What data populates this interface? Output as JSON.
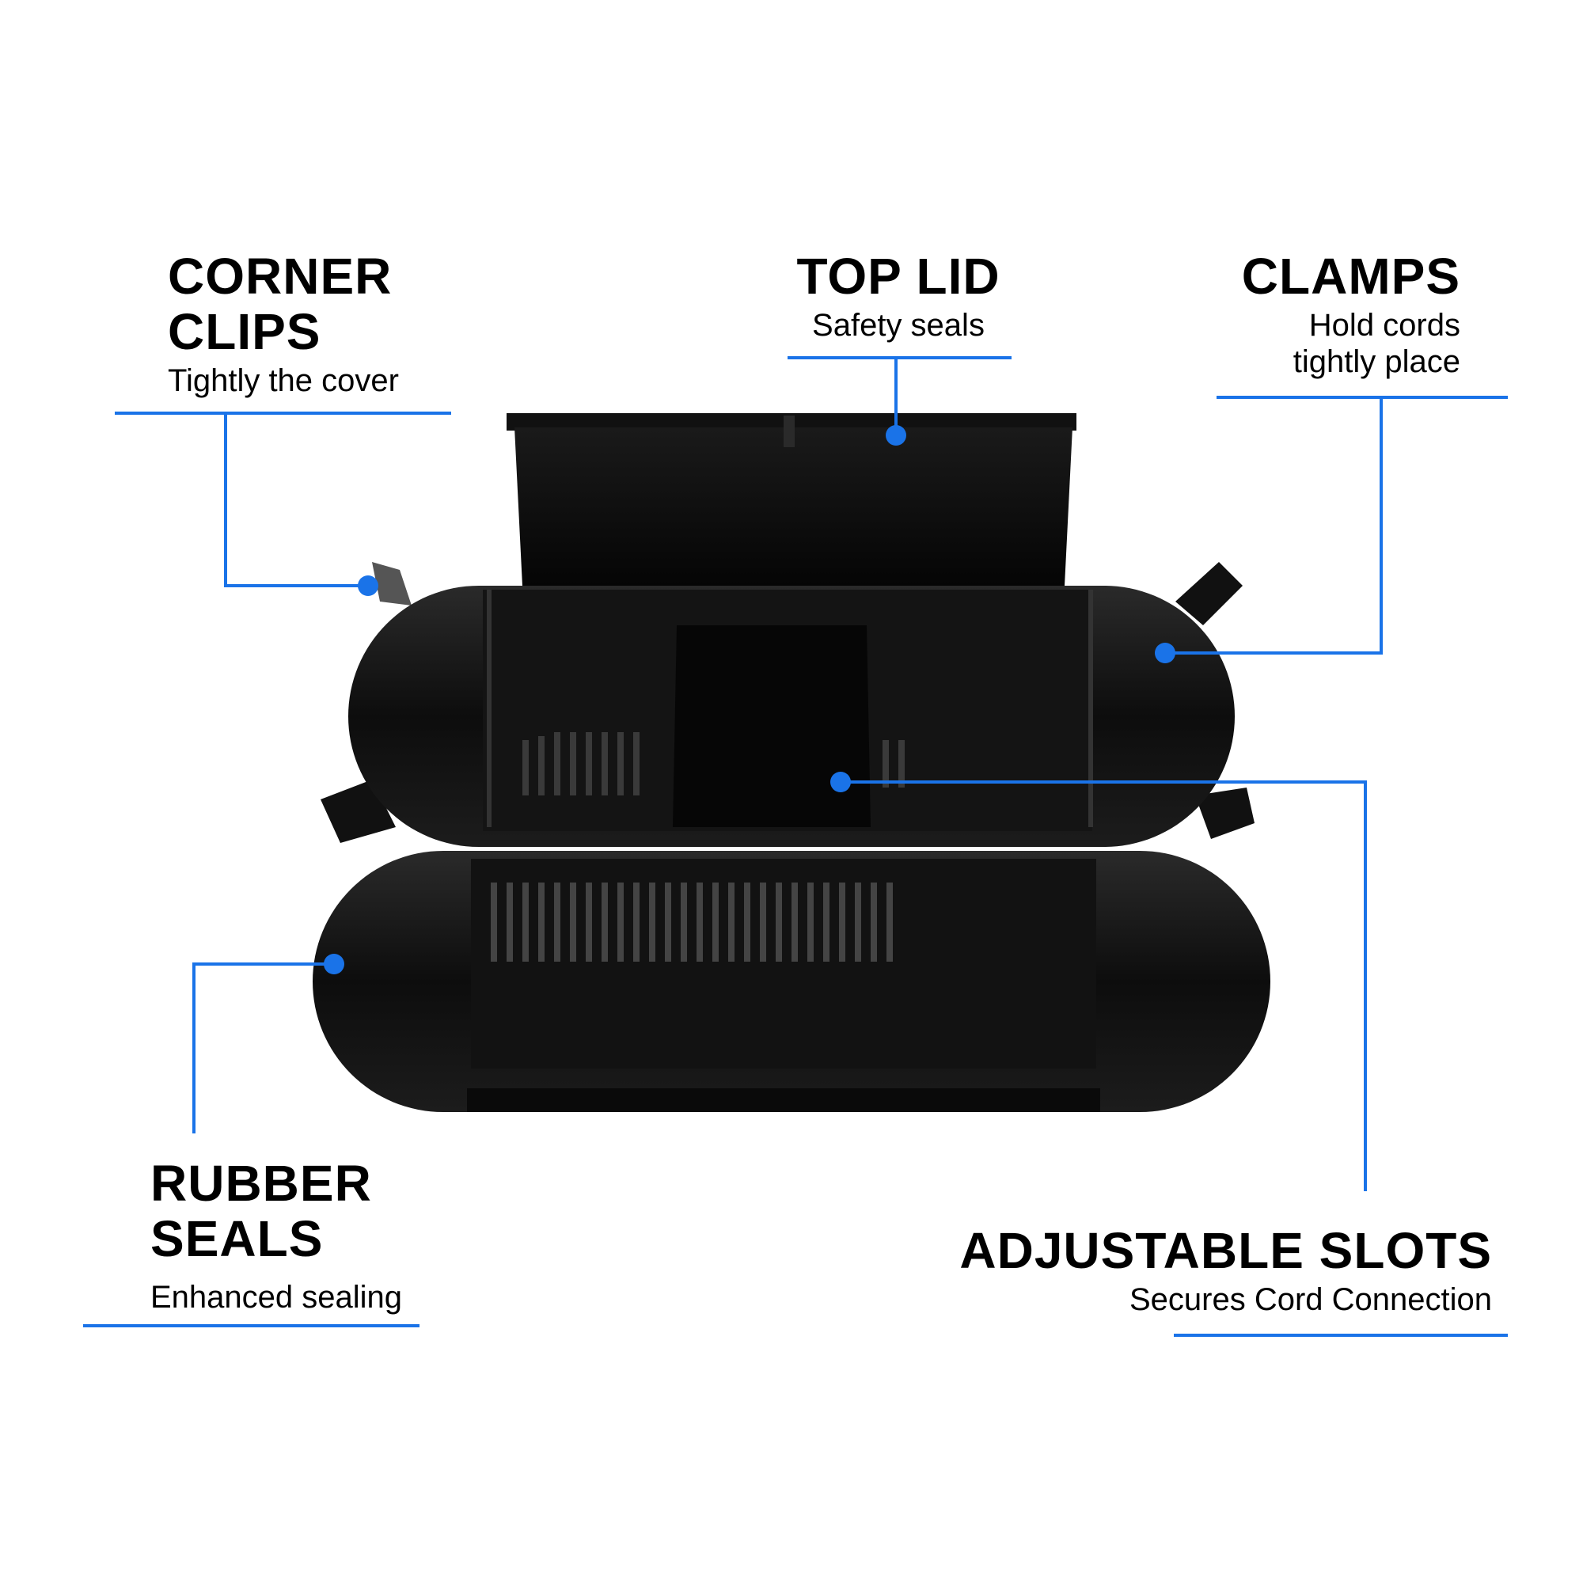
{
  "accent_color": "#1a73e8",
  "product_color": "#0b0b0b",
  "callouts": {
    "corner_clips": {
      "title_line1": "CORNER",
      "title_line2": "CLIPS",
      "subtitle": "Tightly the cover"
    },
    "top_lid": {
      "title": "TOP LID",
      "subtitle": "Safety seals"
    },
    "clamps": {
      "title": "CLAMPS",
      "subtitle_line1": "Hold cords",
      "subtitle_line2": "tightly place"
    },
    "rubber_seals": {
      "title_line1": "RUBBER",
      "title_line2": "SEALS",
      "subtitle": "Enhanced sealing"
    },
    "adjustable_slots": {
      "title": "ADJUSTABLE SLOTS",
      "subtitle": "Secures Cord Connection"
    }
  }
}
